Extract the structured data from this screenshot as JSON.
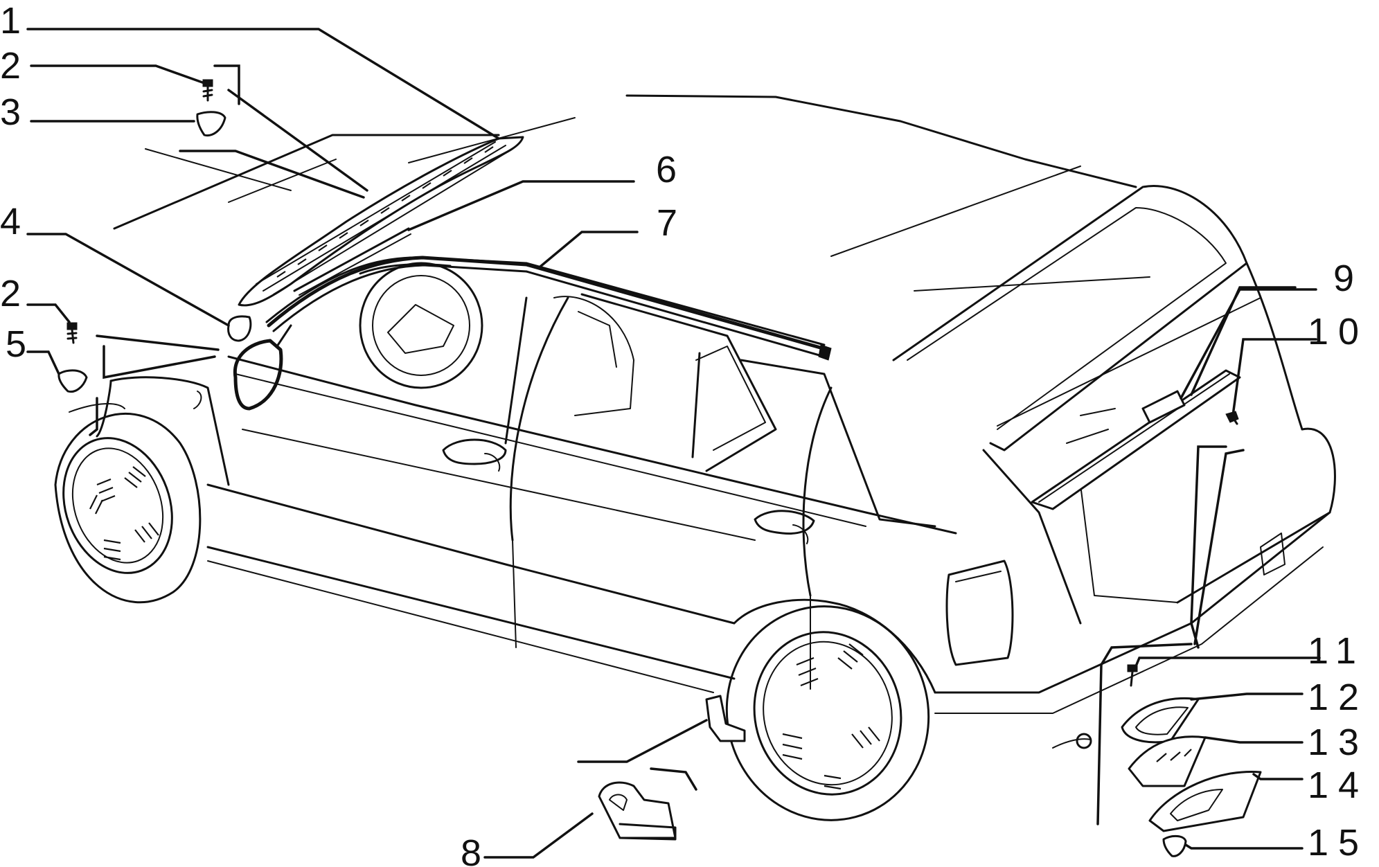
{
  "diagram": {
    "callouts": [
      {
        "id": "c1",
        "label": "1"
      },
      {
        "id": "c2a",
        "label": "2"
      },
      {
        "id": "c3",
        "label": "3"
      },
      {
        "id": "c4",
        "label": "4"
      },
      {
        "id": "c2b",
        "label": "2"
      },
      {
        "id": "c5",
        "label": "5"
      },
      {
        "id": "c6",
        "label": "6"
      },
      {
        "id": "c7",
        "label": "7"
      },
      {
        "id": "c8",
        "label": "8"
      },
      {
        "id": "c9",
        "label": "9"
      },
      {
        "id": "c10",
        "label": "10"
      },
      {
        "id": "c11",
        "label": "11"
      },
      {
        "id": "c12",
        "label": "12"
      },
      {
        "id": "c13",
        "label": "13"
      },
      {
        "id": "c14",
        "label": "14"
      },
      {
        "id": "c15",
        "label": "15"
      }
    ]
  }
}
